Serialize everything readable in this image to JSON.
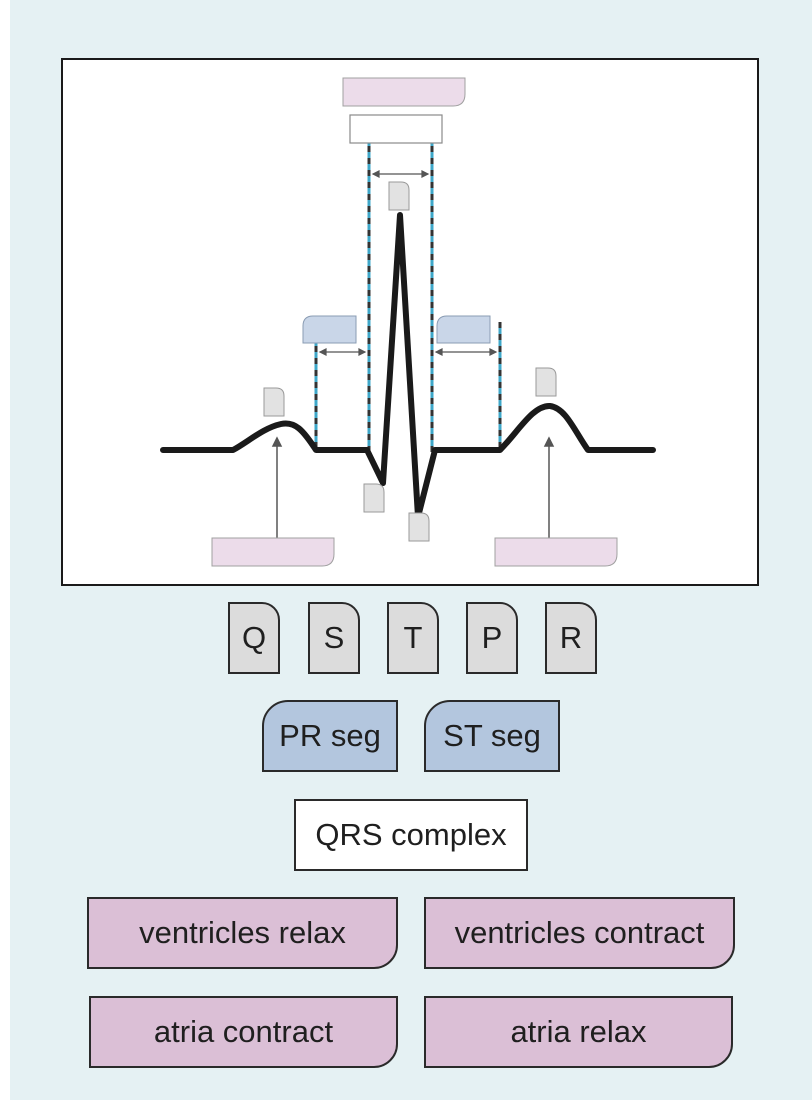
{
  "diagram": {
    "description_icon": "ecg-waveform-icon",
    "colors": {
      "trace": "#1a1a1a",
      "guide_dashed": "#3fa7c8",
      "target_letter": "#e2e2e2",
      "target_segment": "#c9d6e8",
      "target_phase": "#ecdcea",
      "target_qrs": "#ffffff"
    }
  },
  "bank": {
    "letters": [
      "Q",
      "S",
      "T",
      "P",
      "R"
    ],
    "segments": [
      "PR seg",
      "ST seg"
    ],
    "complex": "QRS complex",
    "phases": [
      "ventricles relax",
      "ventricles contract",
      "atria contract",
      "atria relax"
    ]
  },
  "colors": {
    "background": "#e5f1f3",
    "letter_chip": "#dcdcdc",
    "segment_chip": "#b3c6de",
    "complex_chip": "#ffffff",
    "phase_chip": "#dbbfd6"
  }
}
